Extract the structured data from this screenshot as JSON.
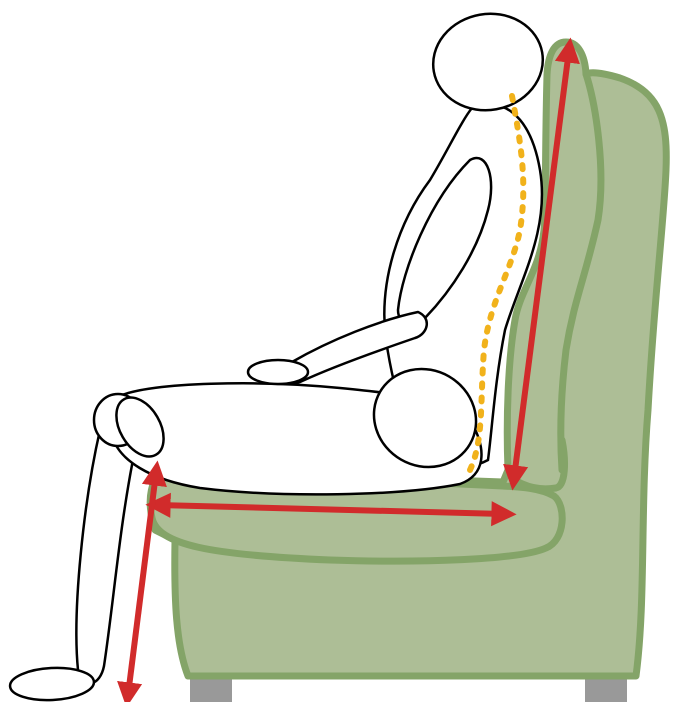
{
  "colors": {
    "background": "#ffffff",
    "armchair_fill": "#adbe96",
    "armchair_outline": "#84a468",
    "chair_feet": "#999999",
    "figure_outline": "#000000",
    "figure_fill": "#ffffff",
    "arrow": "#d12b2b",
    "spine": "#f1b21b"
  },
  "icons": {
    "armchair": "armchair-icon",
    "seated_figure": "seated-person-icon",
    "spine": "spine-dotted-line",
    "arrows": [
      "backrest-height-arrow",
      "seat-depth-arrow",
      "seat-height-arrow"
    ]
  }
}
